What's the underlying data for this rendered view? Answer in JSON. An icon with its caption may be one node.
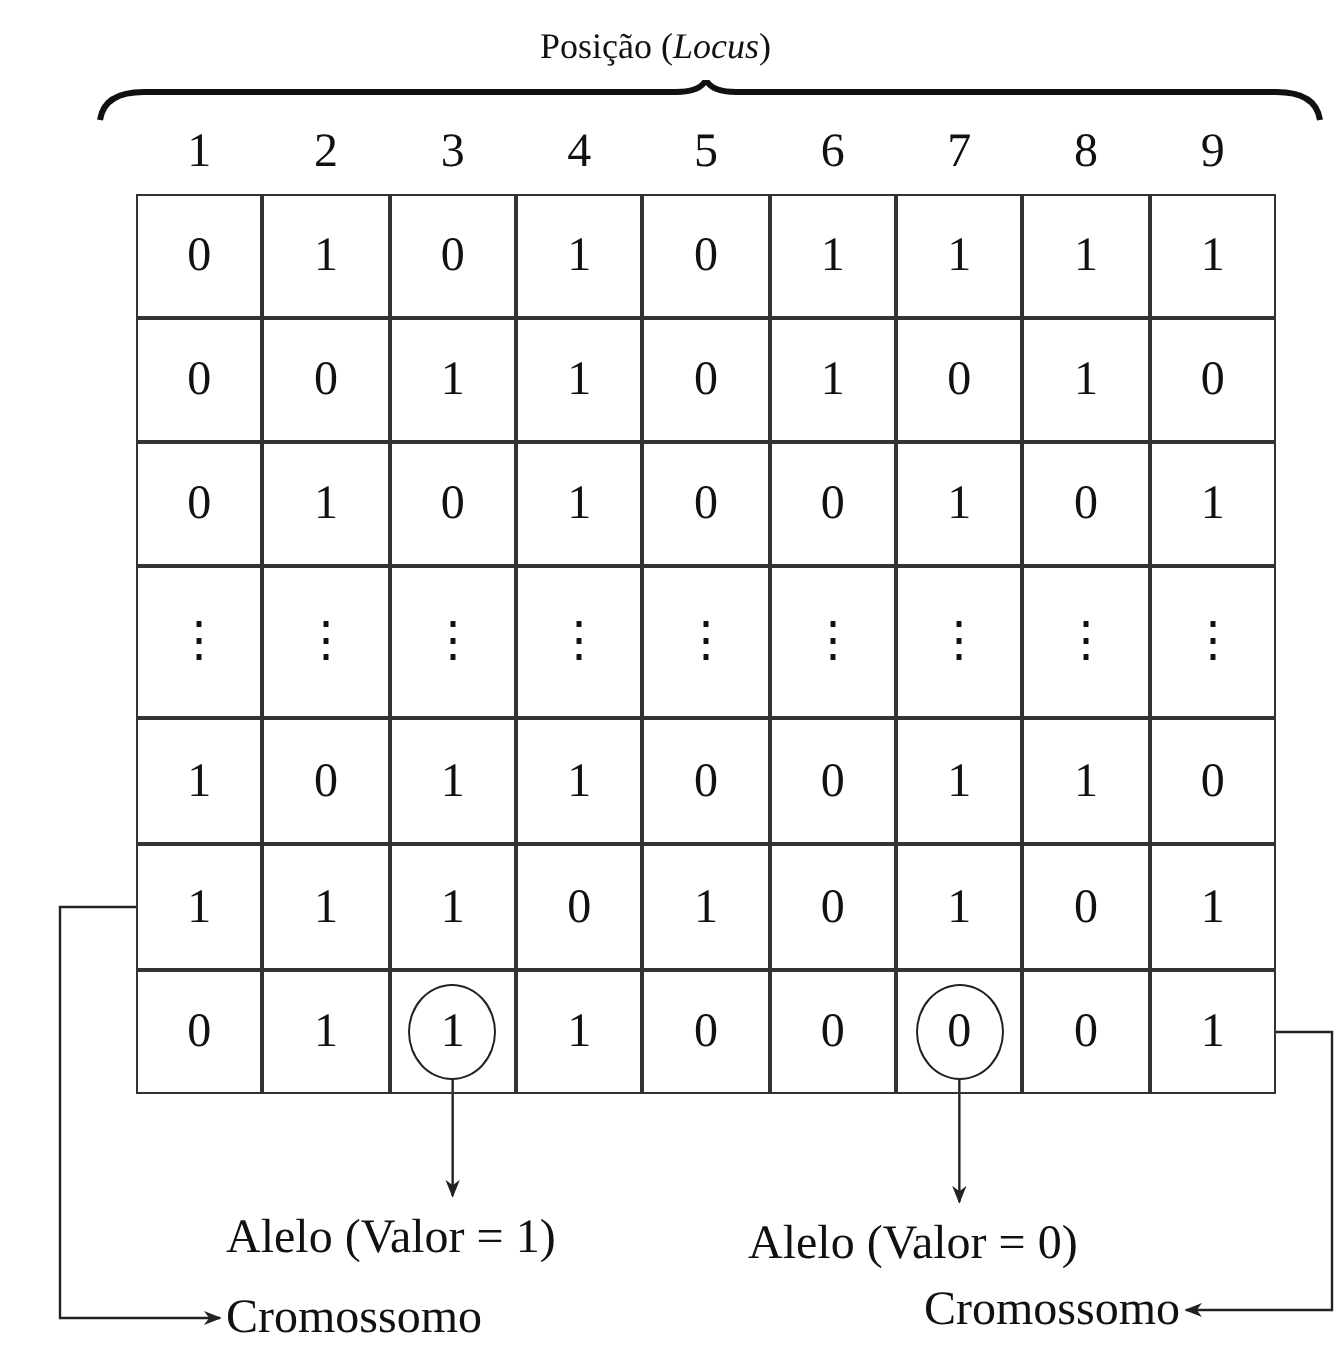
{
  "diagram": {
    "nodes": [
      {
        "text": [
          "0",
          "1",
          "0",
          "1",
          "0",
          "1",
          "1",
          "1",
          "1"
        ]
      },
      {
        "text": [
          "0",
          "0",
          "1",
          "1",
          "0",
          "1",
          "0",
          "1",
          "0"
        ]
      },
      {
        "text": [
          "0",
          "1",
          "0",
          "1",
          "0",
          "0",
          "1",
          "0",
          "1"
        ]
      },
      {
        "text": [
          "⋮",
          "⋮",
          "⋮",
          "⋮",
          "⋮",
          "⋮",
          "⋮",
          "⋮",
          "⋮"
        ]
      },
      {
        "text": [
          "1",
          "0",
          "1",
          "1",
          "0",
          "0",
          "1",
          "1",
          "0"
        ]
      },
      {
        "text": [
          "1",
          "1",
          "1",
          "0",
          "1",
          "0",
          "1",
          "0",
          "1"
        ]
      },
      {
        "text": [
          "0",
          "1",
          "1",
          "0",
          "0",
          "0",
          "1"
        ]
      },
      {
        "text": [
          "1"
        ],
        "in": 6
      },
      {
        "text": [
          "0"
        ],
        "in": 6
      },
      {
        "text": [
          "Alelo (Valor = 1)"
        ]
      },
      {
        "text": [
          "Alelo (Valor = 0)"
        ]
      },
      {
        "text": [
          "Cromossomo"
        ]
      },
      {
        "text": [
          "Cromossomo"
        ]
      }
    ],
    "edges": [
      {
        "from": 7,
        "to": 9,
        "arrow": "to"
      },
      {
        "from": 8,
        "to": 10,
        "arrow": "to"
      },
      {
        "from": 5,
        "to": 11,
        "arrow": "to"
      },
      {
        "from": 6,
        "to": 12,
        "arrow": "to"
      }
    ],
    "labels": [
      "Posição (*Locus*)",
      "1",
      "2",
      "3",
      "4",
      "5",
      "6",
      "7",
      "8",
      "9"
    ]
  }
}
